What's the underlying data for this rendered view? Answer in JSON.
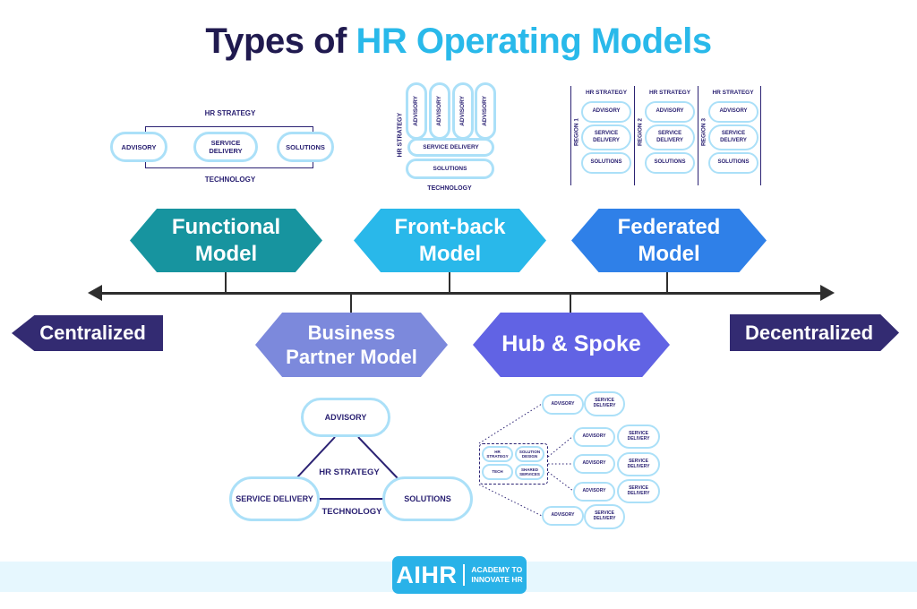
{
  "title": {
    "prefix": "Types of ",
    "highlight": "HR Operating Models"
  },
  "palette": {
    "title_dark": "#201A4F",
    "title_blue": "#29B9EA",
    "functional": "#17949F",
    "front_back": "#29B8EA",
    "federated": "#2F80E8",
    "business_partner": "#7C89DC",
    "hub_spoke": "#6163E4",
    "pointer": "#332B72",
    "pill_border": "#ABE0F8",
    "diagram_text": "#2B2273",
    "timeline": "#2E2E2E",
    "footer_strip": "#E6F7FE",
    "logo_blue": "#29B2E8"
  },
  "spectrum": {
    "left": "Centralized",
    "right": "Decentralized"
  },
  "hexagons": {
    "functional": {
      "line1": "Functional",
      "line2": "Model"
    },
    "front_back": {
      "line1": "Front-back",
      "line2": "Model"
    },
    "federated": {
      "line1": "Federated",
      "line2": "Model"
    },
    "business_partner": {
      "line1": "Business",
      "line2": "Partner Model"
    },
    "hub_spoke": {
      "line1": "Hub & Spoke"
    }
  },
  "functional_diagram": {
    "top_label": "HR STRATEGY",
    "bottom_label": "TECHNOLOGY",
    "pills": [
      "ADVISORY",
      "SERVICE DELIVERY",
      "SOLUTIONS"
    ]
  },
  "front_back_diagram": {
    "side_label": "HR STRATEGY",
    "bottom_label": "TECHNOLOGY",
    "advisory_pills": [
      "ADVISORY",
      "ADVISORY",
      "ADVISORY",
      "ADVISORY"
    ],
    "service_delivery": "SERVICE DELIVERY",
    "solutions": "SOLUTIONS"
  },
  "federated_diagram": {
    "regions": [
      {
        "label": "REGION 1",
        "header": "HR STRATEGY",
        "pills": [
          "ADVISORY",
          "SERVICE DELIVERY",
          "SOLUTIONS"
        ]
      },
      {
        "label": "REGION 2",
        "header": "HR STRATEGY",
        "pills": [
          "ADVISORY",
          "SERVICE DELIVERY",
          "SOLUTIONS"
        ]
      },
      {
        "label": "REGION 3",
        "header": "HR STRATEGY",
        "pills": [
          "ADVISORY",
          "SERVICE DELIVERY",
          "SOLUTIONS"
        ]
      }
    ]
  },
  "business_partner_diagram": {
    "top_pill": "ADVISORY",
    "left_pill": "SERVICE DELIVERY",
    "right_pill": "SOLUTIONS",
    "center_label": "HR STRATEGY",
    "bottom_label": "TECHNOLOGY"
  },
  "hub_spoke_diagram": {
    "hub_pills": [
      "HR STRATEGY",
      "SOLUTION DESIGN",
      "TECH",
      "SHARED SERVICES"
    ],
    "spokes": [
      {
        "left": "ADVISORY",
        "right": "SERVICE DELIVERY"
      },
      {
        "left": "ADVISORY",
        "right": "SERVICE DELIVERY"
      },
      {
        "left": "ADVISORY",
        "right": "SERVICE DELIVERY"
      },
      {
        "left": "ADVISORY",
        "right": "SERVICE DELIVERY"
      },
      {
        "left": "ADVISORY",
        "right": "SERVICE DELIVERY"
      }
    ]
  },
  "footer": {
    "logo": "AIHR",
    "tagline_line1": "ACADEMY TO",
    "tagline_line2": "INNOVATE HR"
  }
}
